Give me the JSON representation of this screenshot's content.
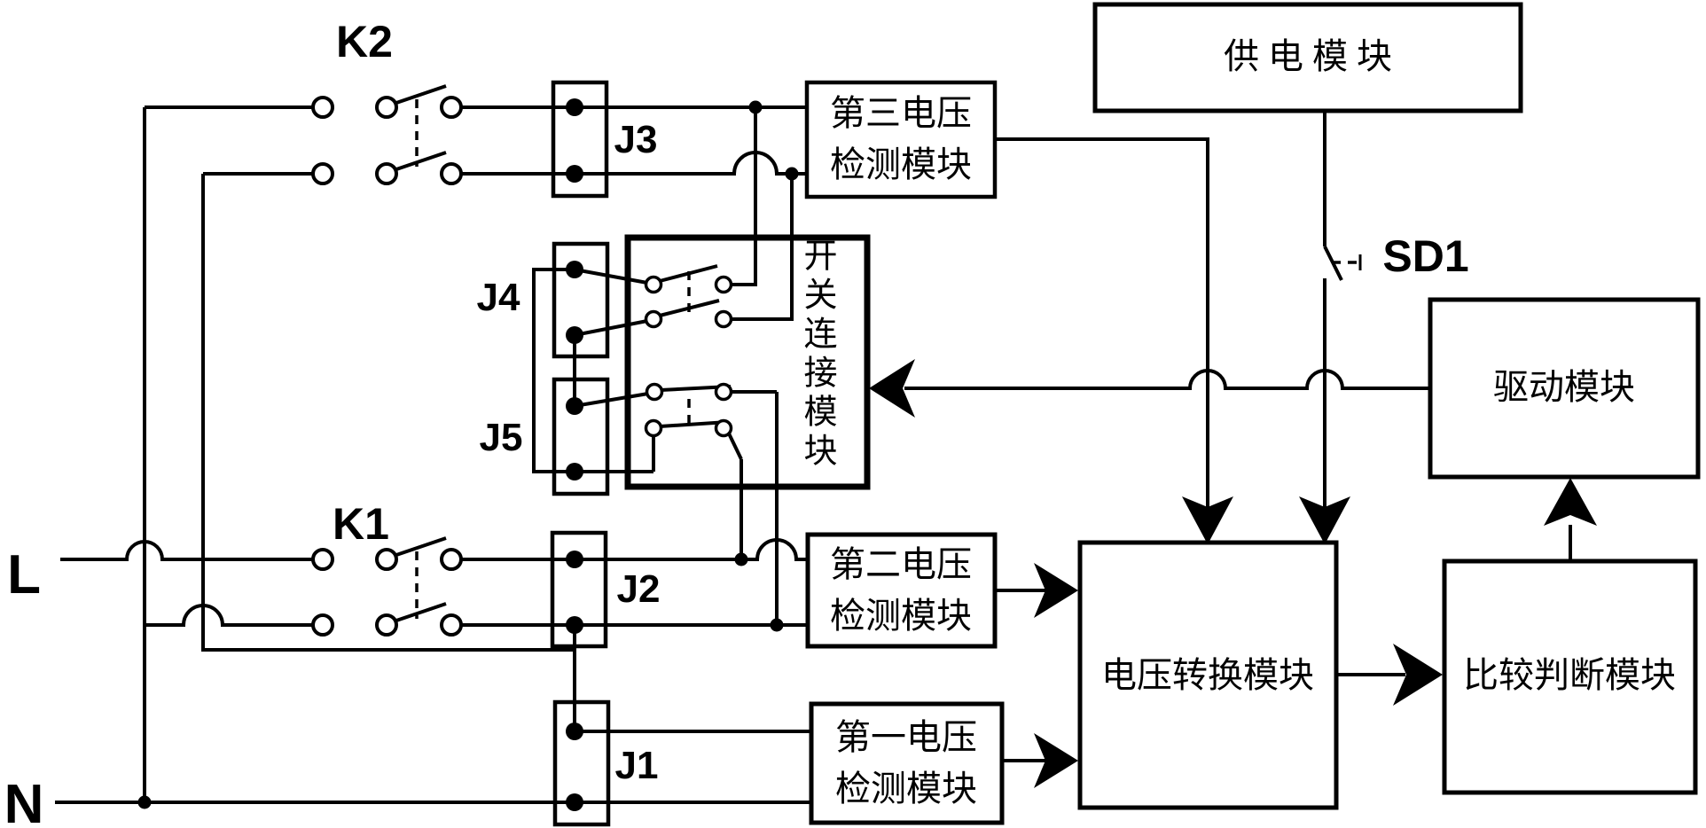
{
  "diagram": {
    "background": "#ffffff",
    "line_color": "#000000",
    "terminals": {
      "l": "L",
      "n": "N"
    },
    "relays": {
      "k1": "K1",
      "k2": "K2",
      "sd1": "SD1"
    },
    "connectors": {
      "j1": "J1",
      "j2": "J2",
      "j3": "J3",
      "j4": "J4",
      "j5": "J5"
    },
    "modules": {
      "power_supply": {
        "label": "供电模块"
      },
      "third_voltage_detection": {
        "line1": "第三电压",
        "line2": "检测模块"
      },
      "switch_connection": {
        "label": "开关连接模块"
      },
      "drive": {
        "label": "驱动模块"
      },
      "second_voltage_detection": {
        "line1": "第二电压",
        "line2": "检测模块"
      },
      "voltage_conversion": {
        "label": "电压转换模块"
      },
      "comparison_judgment": {
        "label": "比较判断模块"
      },
      "first_voltage_detection": {
        "line1": "第一电压",
        "line2": "检测模块"
      }
    }
  }
}
